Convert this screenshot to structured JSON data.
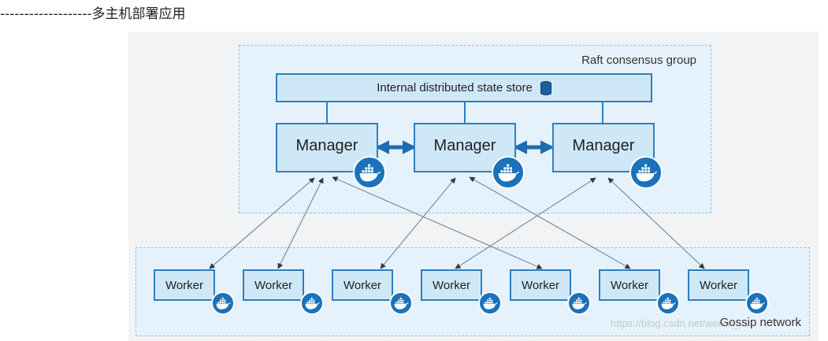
{
  "heading": "-------------------多主机部署应用",
  "raft_group_label": "Raft consensus group",
  "store": {
    "label": "Internal distributed state store",
    "icon": "database-icon"
  },
  "managers": [
    {
      "label": "Manager"
    },
    {
      "label": "Manager"
    },
    {
      "label": "Manager"
    }
  ],
  "workers": [
    {
      "label": "Worker"
    },
    {
      "label": "Worker"
    },
    {
      "label": "Worker"
    },
    {
      "label": "Worker"
    },
    {
      "label": "Worker"
    },
    {
      "label": "Worker"
    },
    {
      "label": "Worker"
    }
  ],
  "gossip_label": "Gossip network",
  "watermark": "https://blog.csdn.net/weixin_...",
  "colors": {
    "box_border": "#2c7fc0",
    "box_fill": "#cfe8f8",
    "group_fill": "#e6f2fb",
    "group_border": "#8fc4e4",
    "docker_blue": "#1b72bb",
    "arrow": "#1f6bb0",
    "connector": "#7f8c99"
  }
}
